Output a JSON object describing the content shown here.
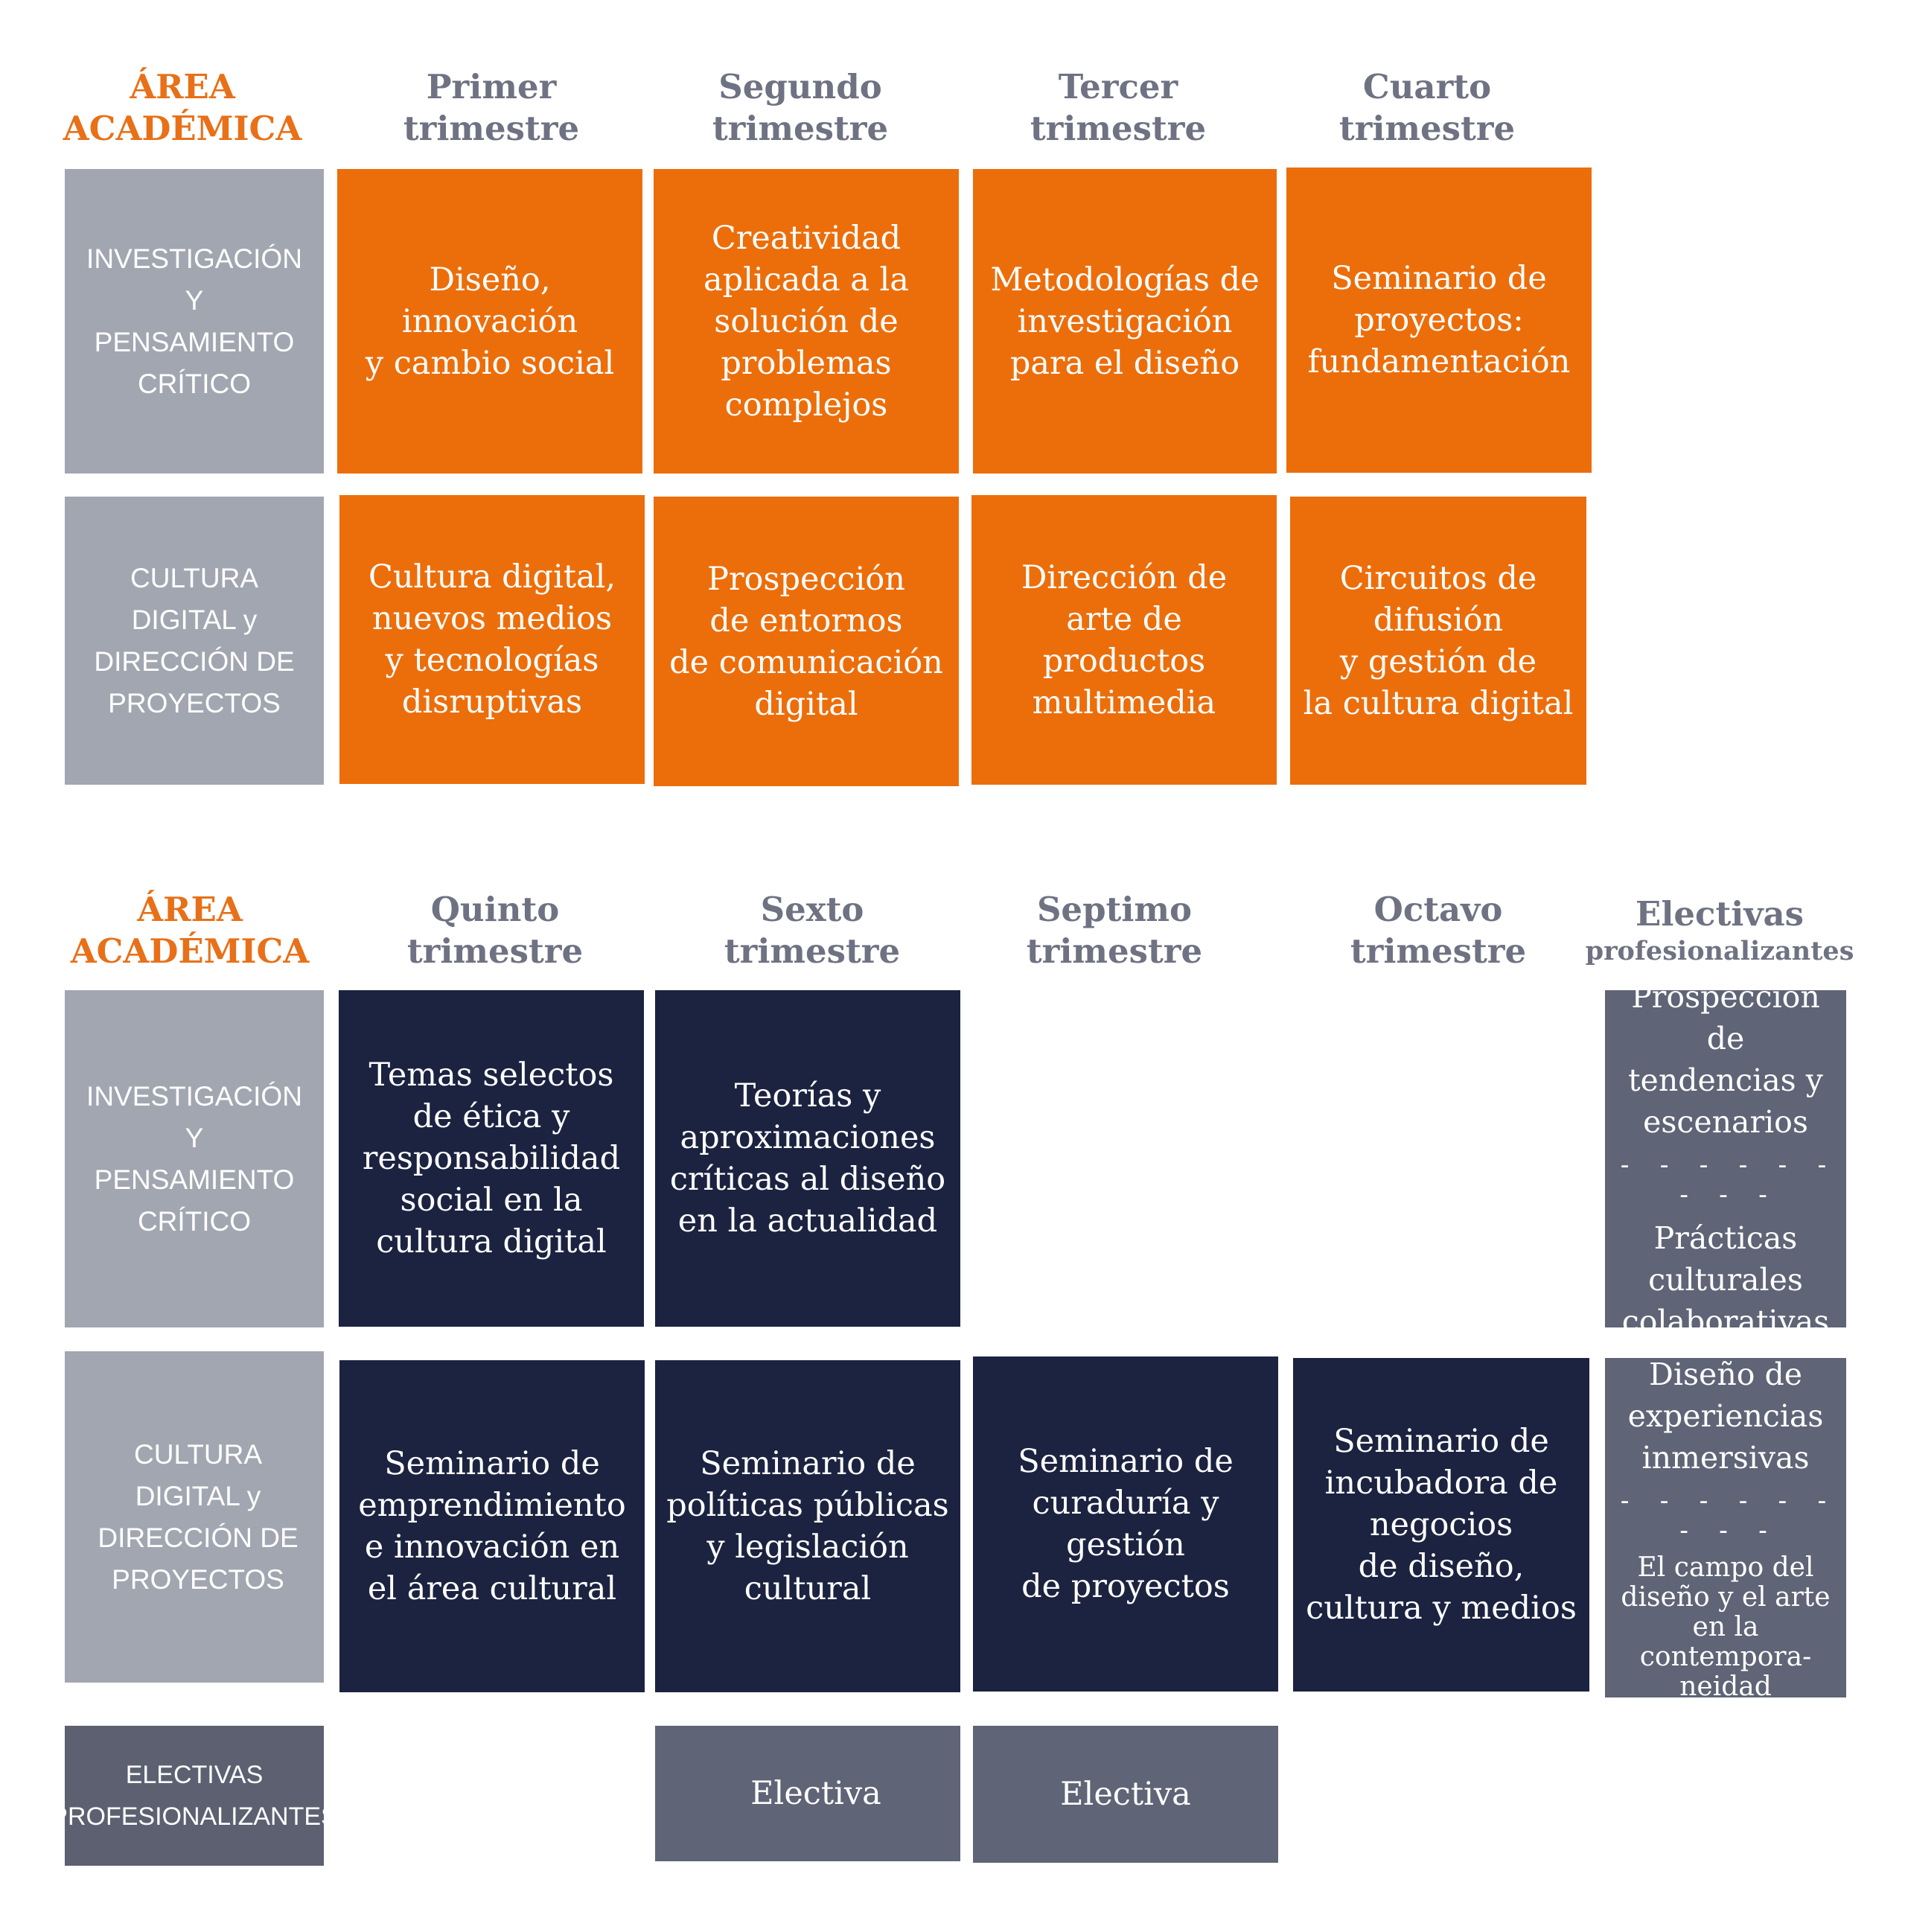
{
  "top": {
    "area_header": "ÁREA\nACADÉMICA",
    "columns": [
      "Primer\ntrimestre",
      "Segundo\ntrimestre",
      "Tercer\ntrimestre",
      "Cuarto\ntrimestre"
    ],
    "rows": [
      {
        "area": "INVESTIGACIÓN\nY\nPENSAMIENTO\nCRÍTICO",
        "courses": [
          "Diseño,\ninnovación\ny cambio social",
          "Creatividad\naplicada a la\nsolución de\nproblemas\ncomplejos",
          "Metodologías de\ninvestigación\npara el diseño",
          "Seminario de\nproyectos:\nfundamentación"
        ]
      },
      {
        "area": "CULTURA\nDIGITAL y\nDIRECCIÓN DE\nPROYECTOS",
        "courses": [
          "Cultura digital,\nnuevos medios\ny tecnologías\ndisruptivas",
          "Prospección\nde entornos\nde comunicación\ndigital",
          "Dirección de\narte de productos\nmultimedia",
          "Circuitos de\ndifusión\ny gestión de\nla cultura digital"
        ]
      }
    ]
  },
  "bottom": {
    "area_header": "ÁREA\nACADÉMICA",
    "columns": [
      "Quinto\ntrimestre",
      "Sexto\ntrimestre",
      "Septimo\ntrimestre",
      "Octavo\ntrimestre"
    ],
    "electivas_header": {
      "line1": "Electivas",
      "line2": "profesionalizantes"
    },
    "rows": [
      {
        "area": "INVESTIGACIÓN\nY\nPENSAMIENTO\nCRÍTICO",
        "courses": [
          "Temas selectos\nde ética y\nresponsabilidad\nsocial en la\ncultura digital",
          "Teorías y\naproximaciones\ncríticas al diseño\nen la actualidad"
        ],
        "electives": [
          "Prospección de\ntendencias y\nescenarios",
          "Prácticas\nculturales\ncolaborativas"
        ]
      },
      {
        "area": "CULTURA\nDIGITAL y\nDIRECCIÓN DE\nPROYECTOS",
        "courses": [
          "Seminario de\nemprendimiento\ne innovación en\nel área cultural",
          "Seminario de\npolíticas públicas\ny legislación\ncultural",
          "Seminario de\ncuraduría y\ngestión\nde proyectos",
          "Seminario de\nincubadora de\nnegocios\nde diseño,\ncultura y medios"
        ],
        "electives": [
          "Diseño de\nexperiencias\ninmersivas",
          "El campo del\ndiseño y el arte\nen la\ncontempora-\nneidad"
        ]
      },
      {
        "area": "ELECTIVAS\nPROFESIONALIZANTES",
        "courses": [
          "Electiva",
          "Electiva"
        ]
      }
    ],
    "separator": "- - - - - - - - -"
  },
  "colors": {
    "orange": "#ec6e0b",
    "navy": "#1b2340",
    "slate": "#5f6476",
    "area_gray": "#a2a6b0",
    "header_gray": "#6e7282",
    "header_orange": "#e87018"
  }
}
